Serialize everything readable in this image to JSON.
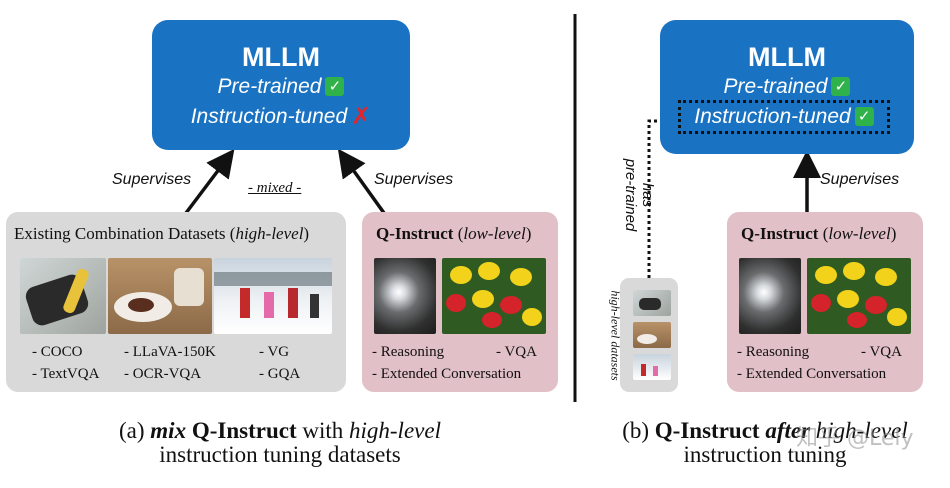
{
  "left": {
    "mllm": {
      "title": "MLLM",
      "line1": "Pre-trained",
      "line2": "Instruction-tuned"
    },
    "supervises_left": "Supervises",
    "supervises_right": "Supervises",
    "mixed": "- mixed -",
    "existing": {
      "title_prefix": "Existing Combination Datasets (",
      "title_em": "high-level",
      "title_suffix": ")",
      "items": [
        "- COCO",
        "- LLaVA-150K",
        "- VG",
        "- TextVQA",
        "- OCR-VQA",
        "- GQA"
      ]
    },
    "qinstruct": {
      "title_bold": "Q-Instruct",
      "title_prefix": " (",
      "title_em": "low-level",
      "title_suffix": ")",
      "item1": "- Reasoning",
      "item2": "- VQA",
      "item3": "- Extended Conversation"
    },
    "caption": {
      "p1": "(a) ",
      "p2": "mix",
      "p3": " Q-Instruct",
      "p4": " with ",
      "p5": "high-level",
      "line2": "instruction tuning datasets"
    }
  },
  "right": {
    "mllm": {
      "title": "MLLM",
      "line1": "Pre-trained",
      "line2": "Instruction-tuned"
    },
    "supervises": "Supervises",
    "has_pretrained_1": "has",
    "has_pretrained_2": "pre-trained",
    "hl_datasets": "high-level datasets",
    "qinstruct": {
      "title_bold": "Q-Instruct",
      "title_prefix": " (",
      "title_em": "low-level",
      "title_suffix": ")",
      "item1": "- Reasoning",
      "item2": "- VQA",
      "item3": "- Extended Conversation"
    },
    "caption": {
      "p1": "(b) ",
      "p2": "Q-Instruct",
      "p3": " after",
      "p4": " high-level",
      "line2": "instruction tuning"
    }
  },
  "watermark": "知乎 @Lely"
}
